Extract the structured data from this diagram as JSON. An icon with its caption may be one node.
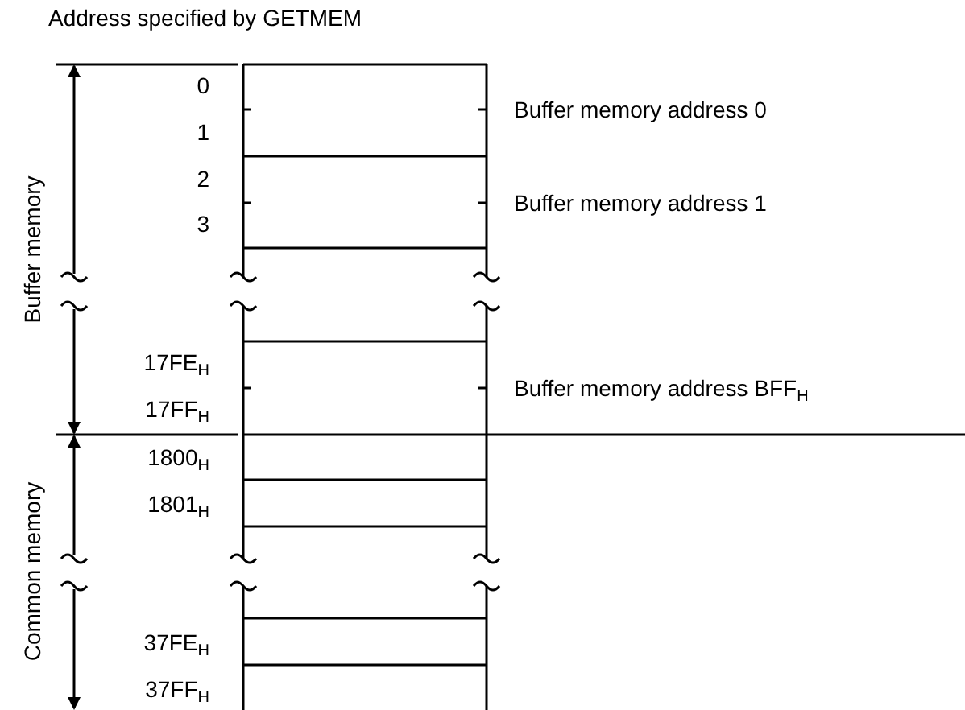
{
  "diagram": {
    "labels": [
      "Address specified by GETMEM",
      "Buffer memory",
      "Common memory",
      "0",
      "1",
      "2",
      "3",
      "17FE$_{H}$",
      "17FF$_{H}$",
      "1800$_{H}$",
      "1801$_{H}$",
      "37FE$_{H}$",
      "37FF$_{H}$",
      "Buffer memory address 0",
      "Buffer memory address 1",
      "Buffer memory address BFF$_{H}$"
    ]
  }
}
